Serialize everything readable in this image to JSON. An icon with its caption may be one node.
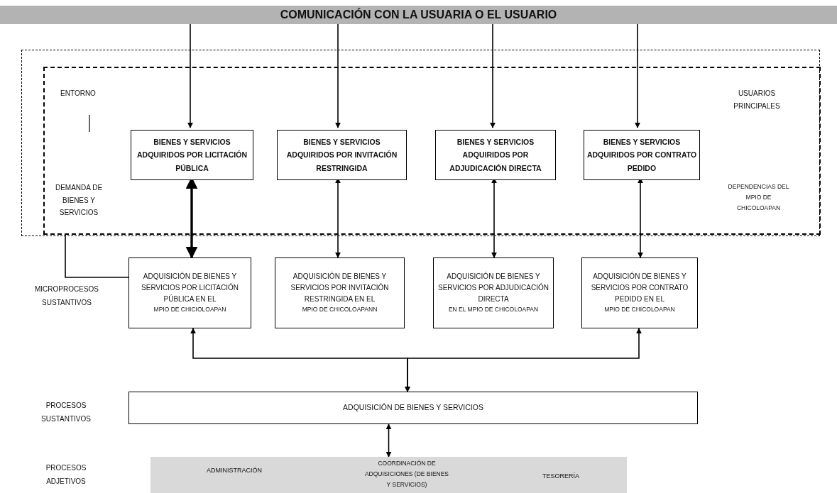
{
  "diagram": {
    "nodes": [
      {
        "text": [
          "COMUNICACIÓN CON LA USUARIA O EL USUARIO"
        ]
      },
      {
        "text": [],
        "shape": "box"
      },
      {
        "text": [
          "ENTORNO",
          "DEMANDA DE BIENES Y SERVICIOS",
          "USUARIOS PRINCIPALES",
          "DEPENDENCIAS DEL MPIO DE CHICOLOAPAN"
        ],
        "in": 1
      },
      {
        "text": [
          "BIENES Y SERVICIOS ADQUIRIDOS POR LICITACIÓN PÚBLICA"
        ],
        "in": 2
      },
      {
        "text": [
          "BIENES Y SERVICIOS ADQUIRIDOS POR INVITACIÓN RESTRINGIDA"
        ],
        "in": 2
      },
      {
        "text": [
          "BIENES Y SERVICIOS ADQUIRIDOS POR ADJUDICACIÓN DIRECTA"
        ],
        "in": 2
      },
      {
        "text": [
          "BIENES Y SERVICIOS ADQUIRIDOS POR CONTRATO PEDIDO"
        ],
        "in": 2
      },
      {
        "text": [
          "ADQUISICIÓN DE BIENES Y SERVICIOS POR LICITACIÓN PÚBLICA EN EL",
          "MPIO DE CHICIOLOAPAN"
        ]
      },
      {
        "text": [
          "ADQUISICIÓN DE BIENES Y SERVICIOS POR INVITACIÓN RESTRINGIDA EN EL",
          "MPIO DE CHICOLOAPANN"
        ]
      },
      {
        "text": [
          "ADQUISICIÓN DE BIENES Y SERVICIOS POR ADJUDICACIÓN DIRECTA",
          "EN EL MPIO DE CHICOLOAPAN"
        ]
      },
      {
        "text": [
          "ADQUISICIÓN DE BIENES Y SERVICIOS POR CONTRATO PEDIDO EN EL",
          "MPIO DE CHICOLOAPAN"
        ]
      },
      {
        "text": [
          "ADQUISICIÓN DE BIENES Y SERVICIOS"
        ]
      },
      {
        "text": [
          "ADMINISTRACIÓN",
          "COORDINACIÓN DE ADQUISICIONES (DE BIENES Y SERVICIOS)",
          "TESORERÍA"
        ]
      }
    ],
    "edges": [
      {
        "from": 0,
        "to": 3,
        "arrow": "to"
      },
      {
        "from": 0,
        "to": 4,
        "arrow": "to"
      },
      {
        "from": 0,
        "to": 5,
        "arrow": "to"
      },
      {
        "from": 0,
        "to": 6,
        "arrow": "to"
      },
      {
        "from": 3,
        "to": 7,
        "arrow": "both",
        "style": "thick"
      },
      {
        "from": 4,
        "to": 8,
        "arrow": "both"
      },
      {
        "from": 5,
        "to": 9,
        "arrow": "both"
      },
      {
        "from": 6,
        "to": 10,
        "arrow": "both"
      },
      {
        "from": 2,
        "to": 7,
        "arrow": "none"
      },
      {
        "from": 11,
        "to": 7,
        "arrow": "both"
      },
      {
        "from": 11,
        "to": 10,
        "arrow": "both"
      },
      {
        "from": 11,
        "to": 12,
        "arrow": "both"
      }
    ],
    "labels": [
      "MICROPROCESOS SUSTANTIVOS",
      "PROCESOS SUSTANTIVOS",
      "PROCESOS ADJETIVOS"
    ]
  }
}
